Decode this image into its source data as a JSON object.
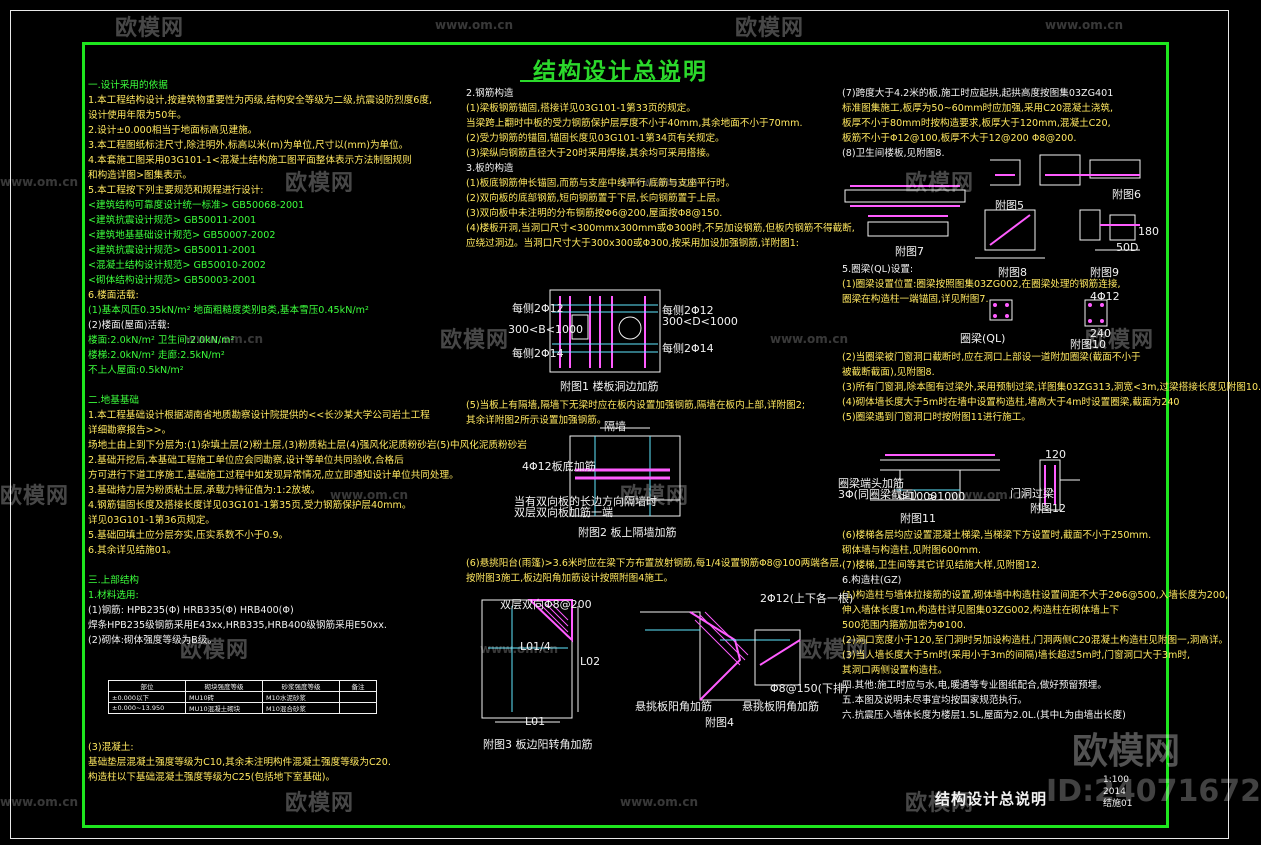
{
  "title": "结构设计总说明",
  "sheet": {
    "title": "结构设计总说明",
    "scale": "1:100",
    "year": "2014",
    "drawing_no": "结施01"
  },
  "watermarks": {
    "brand": "欧模网",
    "url": "www.om.cn",
    "id": "ID:24071672"
  },
  "left_col": [
    {
      "t": "一.设计采用的依据",
      "c": "g"
    },
    {
      "t": "  1.本工程结构设计,按建筑物重要性为丙级,结构安全等级为二级,抗震设防烈度6度,",
      "c": "y"
    },
    {
      "t": "     设计使用年限为50年。",
      "c": "y"
    },
    {
      "t": "  2.设计±0.000相当于地面标高见建施。",
      "c": "y"
    },
    {
      "t": "  3.本工程图纸标注尺寸,除注明外,标高以米(m)为单位,尺寸以(mm)为单位。",
      "c": "y"
    },
    {
      "t": "  4.本套施工图采用03G101-1<混凝土结构施工图平面整体表示方法制图规则",
      "c": "y"
    },
    {
      "t": "     和构造详图>图集表示。",
      "c": "y"
    },
    {
      "t": "  5.本工程按下列主要规范和规程进行设计:",
      "c": "y"
    },
    {
      "t": "     <建筑结构可靠度设计统一标准> GB50068-2001",
      "c": "g"
    },
    {
      "t": "     <建筑抗震设计规范> GB50011-2001",
      "c": "g"
    },
    {
      "t": "     <建筑地基基础设计规范> GB50007-2002",
      "c": "g"
    },
    {
      "t": "     <建筑抗震设计规范> GB50011-2001",
      "c": "g"
    },
    {
      "t": "     <混凝土结构设计规范> GB50010-2002",
      "c": "g"
    },
    {
      "t": "     <砌体结构设计规范> GB50003-2001",
      "c": "g"
    },
    {
      "t": "  6.楼面活载:",
      "c": "y"
    },
    {
      "t": "  (1)基本风压0.35kN/m²  地面粗糙度类别B类,基本雪压0.45kN/m²",
      "c": "g"
    },
    {
      "t": "  (2)楼面(屋面)活载:",
      "c": "w"
    },
    {
      "t": "        楼面:2.0kN/m²         卫生间:2.0kN/m²",
      "c": "g"
    },
    {
      "t": "        楼梯:2.0kN/m²         走廊:2.5kN/m²",
      "c": "g"
    },
    {
      "t": "        不上人屋面:0.5kN/m²",
      "c": "g"
    },
    {
      "t": "",
      "c": "g"
    },
    {
      "t": "二.地基基础",
      "c": "g"
    },
    {
      "t": "  1.本工程基础设计根据湖南省地质勘察设计院提供的<<长沙某大学公司岩土工程",
      "c": "y"
    },
    {
      "t": "     详细勘察报告>>。",
      "c": "y"
    },
    {
      "t": "     场地土由上到下分层为:(1)杂填土层(2)粉土层,(3)粉质粘土层(4)强风化泥质粉砂岩(5)中风化泥质粉砂岩",
      "c": "y"
    },
    {
      "t": "  2.基础开挖后,本基础工程施工单位应会同勘察,设计等单位共同验收,合格后",
      "c": "y"
    },
    {
      "t": "     方可进行下道工序施工,基础施工过程中如发现异常情况,应立即通知设计单位共同处理。",
      "c": "y"
    },
    {
      "t": "  3.基础持力层为粉质粘土层,承载力特征值为:1:2放坡。",
      "c": "y"
    },
    {
      "t": "  4.钢筋锚固长度及搭接长度详见03G101-1第35页,受力钢筋保护层40mm。",
      "c": "y"
    },
    {
      "t": "     详见03G101-1第36页规定。",
      "c": "y"
    },
    {
      "t": "  5.基础回填土应分层夯实,压实系数不小于0.9。",
      "c": "y"
    },
    {
      "t": "  6.其余详见结施01。",
      "c": "y"
    },
    {
      "t": "",
      "c": "g"
    },
    {
      "t": "三.上部结构",
      "c": "g"
    },
    {
      "t": "  1.材料选用:",
      "c": "g"
    },
    {
      "t": "  (1)钢筋: HPB235(Φ) HRB335(Φ) HRB400(Φ)",
      "c": "w"
    },
    {
      "t": "  焊条HPB235级钢筋采用E43xx,HRB335,HRB400级钢筋采用E50xx.",
      "c": "w"
    },
    {
      "t": "  (2)砌体:砌体强度等级为B级。",
      "c": "w"
    }
  ],
  "left_col_tail": [
    {
      "t": "  (3)混凝土:",
      "c": "y"
    },
    {
      "t": "     基础垫层混凝土强度等级为C10,其余未注明构件混凝土强度等级为C20.",
      "c": "y"
    },
    {
      "t": "     构造柱以下基础混凝土强度等级为C25(包括地下室基础)。",
      "c": "y"
    }
  ],
  "material_table": {
    "headers": [
      "部位",
      "砌块强度等级",
      "砂浆强度等级",
      "备注"
    ],
    "rows": [
      [
        "±0.000以下",
        "MU10砖",
        "M10水泥砂浆",
        ""
      ],
      [
        "±0.000~13.950",
        "MU10混凝土砌块",
        "M10混合砂浆",
        ""
      ]
    ]
  },
  "mid_col_a": [
    {
      "t": "2.钢筋构造",
      "c": "w"
    },
    {
      "t": "  (1)梁板钢筋锚固,搭接详见03G101-1第33页的规定。",
      "c": "y"
    },
    {
      "t": "     当梁跨上翻时中板的受力钢筋保护层厚度不小于40mm,其余地面不小于70mm.",
      "c": "y"
    },
    {
      "t": "  (2)受力钢筋的锚固,锚固长度见03G101-1第34页有关规定。",
      "c": "y"
    },
    {
      "t": "  (3)梁纵向钢筋直径大于20时采用焊接,其余均可采用搭接。",
      "c": "y"
    },
    {
      "t": "3.板的构造",
      "c": "w"
    },
    {
      "t": "  (1)板底钢筋伸长锚固,而筋与支座中线平行.底筋与支座平行时。",
      "c": "y"
    },
    {
      "t": "  (2)双向板的底部钢筋,短向钢筋置于下层,长向钢筋置于上层。",
      "c": "y"
    },
    {
      "t": "  (3)双向板中未注明的分布钢筋按Φ6@200,屋面按Φ8@150.",
      "c": "y"
    },
    {
      "t": "  (4)楼板开洞,当洞口尺寸<300mmx300mm或Φ300时,不另加设钢筋,但板内钢筋不得截断,",
      "c": "y"
    },
    {
      "t": "     应绕过洞边。当洞口尺寸大于300x300或Φ300,按采用加设加强钢筋,详附图1:",
      "c": "y"
    }
  ],
  "mid_col_b": [
    {
      "t": "  (5)当板上有隔墙,隔墙下无梁时应在板内设置加强钢筋,隔墙在板内上部,详附图2;",
      "c": "y"
    },
    {
      "t": "     其余详附图2所示设置加强钢筋。",
      "c": "y"
    }
  ],
  "mid_col_c": [
    {
      "t": "  (6)悬挑阳台(雨篷)>3.6米时应在梁下方布置放射钢筋,每1/4设置钢筋Φ8@100两端各层,",
      "c": "y"
    },
    {
      "t": "     按附图3施工,板边阳角加筋设计按照附图4施工。",
      "c": "y"
    }
  ],
  "right_col_a": [
    {
      "t": "(7)跨度大于4.2米的板,施工时应起拱,起拱高度按图集03ZG401",
      "c": "w"
    },
    {
      "t": "   标准图集施工,板厚为50~60mm时应加强,采用C20混凝土浇筑,",
      "c": "y"
    },
    {
      "t": "   板厚不小于80mm时按构造要求,板厚大于120mm,混凝土C20,",
      "c": "y"
    },
    {
      "t": "   板筋不小于Φ12@100,板厚不大于12@200 Φ8@200.",
      "c": "y"
    },
    {
      "t": "(8)卫生间楼板,见附图8.",
      "c": "w"
    }
  ],
  "right_col_b": [
    {
      "t": "5.圈梁(QL)设置:",
      "c": "w"
    },
    {
      "t": "  (1)圈梁设置位置:圈梁按照图集03ZG002,在圈梁处理的钢筋连接,",
      "c": "y"
    },
    {
      "t": "     圈梁在构造柱一端锚固,详见附图7.",
      "c": "y"
    }
  ],
  "right_col_c": [
    {
      "t": "  (2)当圈梁被门窗洞口截断时,应在洞口上部设一道附加圈梁(截面不小于",
      "c": "y"
    },
    {
      "t": "     被截断截面),见附图8.",
      "c": "y"
    },
    {
      "t": "  (3)所有门窗洞,除本图有过梁外,采用预制过梁,详图集03ZG313,洞宽<3m,过梁搭接长度见附图10.",
      "c": "y"
    },
    {
      "t": "  (4)砌体墙长度大于5m时在墙中设置构造柱,墙高大于4m时设置圈梁,截面为240",
      "c": "y"
    },
    {
      "t": "  (5)圈梁遇到门窗洞口时按附图11进行施工。",
      "c": "y"
    }
  ],
  "right_col_d": [
    {
      "t": "  (6)楼梯各层均应设置混凝土梯梁,当梯梁下方设置时,截面不小于250mm.",
      "c": "y"
    },
    {
      "t": "     砌体墙与构造柱,见附图600mm.",
      "c": "y"
    },
    {
      "t": "  (7)楼梯,卫生间等其它详见结施大样,见附图12.",
      "c": "y"
    },
    {
      "t": "6.构造柱(GZ)",
      "c": "w"
    },
    {
      "t": "  (1)构造柱与墙体拉接筋的设置,砌体墙中构造柱设置间距不大于2Φ6@500,入墙长度为200,",
      "c": "y"
    },
    {
      "t": "     伸入墙体长度1m,构造柱详见图集03ZG002,构造柱在砌体墙上下",
      "c": "y"
    },
    {
      "t": "     500范围内箍筋加密为Φ100.",
      "c": "y"
    },
    {
      "t": "  (2)洞口宽度小于120,至门洞时另加设构造柱,门洞两侧C20混凝土构造柱见附图一,洞高详。",
      "c": "y"
    },
    {
      "t": "  (3)当人墙长度大于5m时(采用小于3m的间隔)墙长超过5m时,门窗洞口大于3m时,",
      "c": "y"
    },
    {
      "t": "     其洞口两侧设置构造柱。",
      "c": "y"
    },
    {
      "t": "四.其他:施工时应与水,电,暖通等专业图纸配合,做好预留预埋。",
      "c": "w"
    },
    {
      "t": "五.本图及说明未尽事宜均按国家规范执行。",
      "c": "w"
    },
    {
      "t": "六.抗震压入墙体长度为楼层1.5L,屋面为2.0L.(其中L为由墙出长度)",
      "c": "w"
    }
  ],
  "captions": {
    "fig1": "附图1  楼板洞边加筋",
    "fig2": "附图2  板上隔墙加筋",
    "fig3": "附图3  板边阳转角加筋",
    "fig3b": "悬挑板阳角加筋",
    "fig4": "附图4",
    "fig4b": "悬挑板阴角加筋",
    "fig5": "附图5",
    "fig6": "附图6",
    "fig7": "附图7",
    "fig8": "附图8",
    "fig9": "附图9",
    "fig10": "附图10",
    "fig11": "附图11",
    "fig12": "附图12"
  },
  "figure_labels": {
    "f1_a": "每侧2Φ12",
    "f1_b": "每侧2Φ14",
    "f1_c": "300<B<1000",
    "f1_d": "每侧2Φ12",
    "f1_e": "300<D<1000",
    "f1_f": "每侧2Φ14",
    "f2_a": "隔墙",
    "f2_b": "4Φ12板底加筋",
    "f2_c": "当有双向板的长边方向隔墙时",
    "f2_d": "双层双向板加筋一端",
    "f3_a": "双层双向Φ8@200",
    "f3_b": "L01/4",
    "f3_c": "L02",
    "f3_d": "L01",
    "f4_a": "2Φ12(上下各一根)",
    "f4_b": "Φ8@150(下排)",
    "f9_a": "50D",
    "f9_b": "180",
    "f10_a": "4Φ12",
    "f10_b": "240",
    "f10_c": "圈梁(QL)",
    "f11_a": "圈梁端头加筋",
    "f11_b": "3Φ(同圈梁截面)",
    "f11_c": ">1000",
    "f11_d": ">1000",
    "f12_a": "120",
    "f12_b": "门洞过梁"
  },
  "colors": {
    "frame": "#1ee61e",
    "title": "#2bd92b",
    "text_yellow": "#ffe860",
    "text_green": "#3cff3c",
    "line_white": "#f2f2f2",
    "line_magenta": "#ff5cff",
    "line_cyan": "#5fe7ff",
    "line_red": "#ff4040"
  }
}
